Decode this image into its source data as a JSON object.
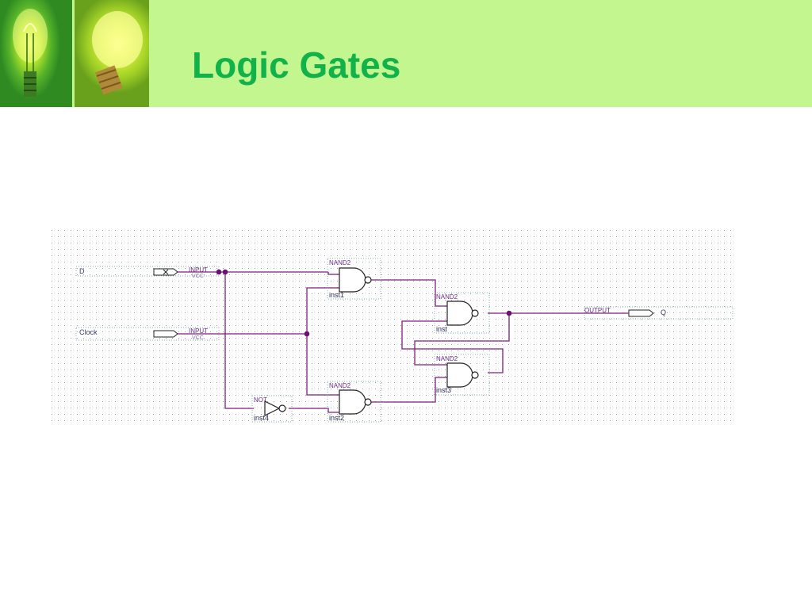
{
  "slide": {
    "title": "Logic Gates"
  },
  "header_image": {
    "left_icon": "light-bulb-icon",
    "right_icon": "light-bulb-icon"
  },
  "schematic": {
    "inputs": [
      {
        "pin_name": "D",
        "primitive": "INPUT",
        "sub": "VCC"
      },
      {
        "pin_name": "Clock",
        "primitive": "INPUT",
        "sub": "VCC"
      }
    ],
    "output": {
      "pin_name": "Q",
      "primitive": "OUTPUT"
    },
    "gates": [
      {
        "type": "NAND2",
        "instance": "inst1"
      },
      {
        "type": "NAND2",
        "instance": "inst"
      },
      {
        "type": "NAND2",
        "instance": "inst3"
      },
      {
        "type": "NAND2",
        "instance": "inst2"
      },
      {
        "type": "NOT",
        "instance": "inst4"
      }
    ],
    "colors": {
      "wire": "#7b1f7a",
      "grid_dot": "#9a9a9a",
      "title": "#12b24a",
      "header_band": "#c3f68f"
    }
  }
}
